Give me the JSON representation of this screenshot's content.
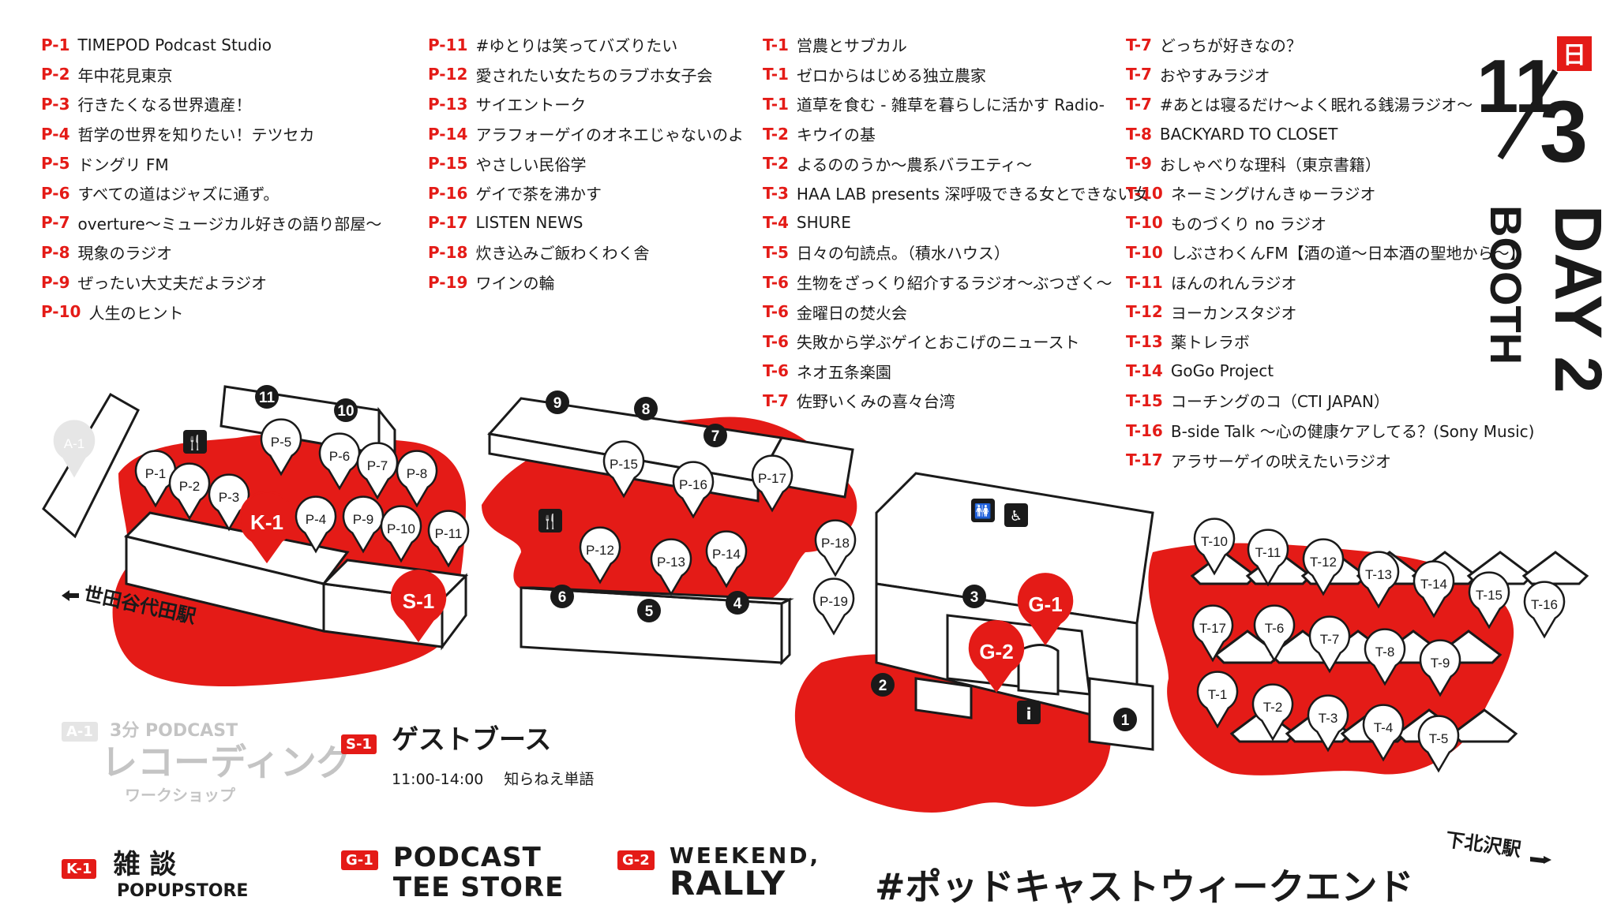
{
  "colors": {
    "accent": "#e41b17",
    "ink": "#1a1a1a",
    "paper": "#ffffff",
    "ghost": "#d0d0d0"
  },
  "booths_col1": [
    {
      "code": "P-1",
      "name": "TIMEPOD Podcast Studio"
    },
    {
      "code": "P-2",
      "name": "年中花見東京"
    },
    {
      "code": "P-3",
      "name": "行きたくなる世界遺産！"
    },
    {
      "code": "P-4",
      "name": "哲学の世界を知りたい！テツセカ"
    },
    {
      "code": "P-5",
      "name": "ドングリ FM"
    },
    {
      "code": "P-6",
      "name": "すべての道はジャズに通ず。"
    },
    {
      "code": "P-7",
      "name": "overture〜ミュージカル好きの語り部屋〜"
    },
    {
      "code": "P-8",
      "name": "現象のラジオ"
    },
    {
      "code": "P-9",
      "name": "ぜったい大丈夫だよラジオ"
    },
    {
      "code": "P-10",
      "name": "人生のヒント"
    }
  ],
  "booths_col2": [
    {
      "code": "P-11",
      "name": "#ゆとりは笑ってバズりたい"
    },
    {
      "code": "P-12",
      "name": "愛されたい女たちのラブホ女子会"
    },
    {
      "code": "P-13",
      "name": "サイエントーク"
    },
    {
      "code": "P-14",
      "name": "アラフォーゲイのオネエじゃないのよ"
    },
    {
      "code": "P-15",
      "name": "やさしい民俗学"
    },
    {
      "code": "P-16",
      "name": "ゲイで茶を沸かす"
    },
    {
      "code": "P-17",
      "name": "LISTEN NEWS"
    },
    {
      "code": "P-18",
      "name": "炊き込みご飯わくわく舎"
    },
    {
      "code": "P-19",
      "name": "ワインの輪"
    }
  ],
  "booths_col3": [
    {
      "code": "T-1",
      "name": "営農とサブカル"
    },
    {
      "code": "T-1",
      "name": "ゼロからはじめる独立農家"
    },
    {
      "code": "T-1",
      "name": "道草を食む - 雑草を暮らしに活かす Radio-"
    },
    {
      "code": "T-2",
      "name": "キウイの基"
    },
    {
      "code": "T-2",
      "name": "よるののうか〜農系バラエティ〜"
    },
    {
      "code": "T-3",
      "name": "HAA LAB presents 深呼吸できる女とできない女"
    },
    {
      "code": "T-4",
      "name": "SHURE"
    },
    {
      "code": "T-5",
      "name": "日々の句読点。（積水ハウス）"
    },
    {
      "code": "T-6",
      "name": "生物をざっくり紹介するラジオ〜ぶつざく〜"
    },
    {
      "code": "T-6",
      "name": "金曜日の焚火会"
    },
    {
      "code": "T-6",
      "name": "失敗から学ぶゲイとおこげのニュースト"
    },
    {
      "code": "T-6",
      "name": "ネオ五条楽園"
    },
    {
      "code": "T-7",
      "name": "佐野いくみの喜々台湾"
    }
  ],
  "booths_col4": [
    {
      "code": "T-7",
      "name": "どっちが好きなの？"
    },
    {
      "code": "T-7",
      "name": "おやすみラジオ"
    },
    {
      "code": "T-7",
      "name": "#あとは寝るだけ〜よく眠れる銭湯ラジオ〜"
    },
    {
      "code": "T-8",
      "name": "BACKYARD TO CLOSET"
    },
    {
      "code": "T-9",
      "name": "おしゃべりな理科（東京書籍）"
    },
    {
      "code": "T-10",
      "name": "ネーミングけんきゅーラジオ"
    },
    {
      "code": "T-10",
      "name": "ものづくり no ラジオ"
    },
    {
      "code": "T-10",
      "name": "しぶさわくんFM【酒の道〜日本酒の聖地から〜】"
    },
    {
      "code": "T-11",
      "name": "ほんのれんラジオ"
    },
    {
      "code": "T-12",
      "name": "ヨーカンスタジオ"
    },
    {
      "code": "T-13",
      "name": "薬トレラボ"
    },
    {
      "code": "T-14",
      "name": "GoGo Project"
    },
    {
      "code": "T-15",
      "name": "コーチングのコ（CTI JAPAN）"
    },
    {
      "code": "T-16",
      "name": "B-side Talk 〜心の健康ケアしてる？(Sony Music)"
    },
    {
      "code": "T-17",
      "name": "アラサーゲイの吠えたいラジオ"
    }
  ],
  "date": {
    "month": "11",
    "day": "3",
    "weekday": "日",
    "day_label": "DAY 2",
    "booth_label": "BOOTH"
  },
  "stations": {
    "west": "世田谷代田駅",
    "east": "下北沢駅"
  },
  "legend": {
    "s1": {
      "code": "S-1",
      "title": "ゲストブース",
      "time": "11:00-14:00",
      "guest": "知らねえ単語"
    },
    "a1": {
      "code": "A-1",
      "top": "3分 PODCAST",
      "main": "レコーディング",
      "sub": "ワークショップ"
    },
    "k1": {
      "code": "K-1",
      "title": "雑 談",
      "sub": "POPUPSTORE"
    },
    "g1": {
      "code": "G-1",
      "line1": "PODCAST",
      "line2": "TEE STORE"
    },
    "g2": {
      "code": "G-2",
      "line1": "WEEKEND,",
      "line2": "RALLY"
    },
    "hashtag": "#ポッドキャストウィークエンド"
  },
  "map_pins": {
    "P-1": "P-1",
    "P-2": "P-2",
    "P-3": "P-3",
    "P-4": "P-4",
    "P-5": "P-5",
    "P-6": "P-6",
    "P-7": "P-7",
    "P-8": "P-8",
    "P-9": "P-9",
    "P-10": "P-10",
    "P-11": "P-11",
    "P-12": "P-12",
    "P-13": "P-13",
    "P-14": "P-14",
    "P-15": "P-15",
    "P-16": "P-16",
    "P-17": "P-17",
    "P-18": "P-18",
    "P-19": "P-19",
    "K-1": "K-1",
    "S-1": "S-1",
    "G-1": "G-1",
    "G-2": "G-2",
    "A-1": "A-1",
    "T-1": "T-1",
    "T-2": "T-2",
    "T-3": "T-3",
    "T-4": "T-4",
    "T-5": "T-5",
    "T-6": "T-6",
    "T-7": "T-7",
    "T-8": "T-8",
    "T-9": "T-9",
    "T-10": "T-10",
    "T-11": "T-11",
    "T-12": "T-12",
    "T-13": "T-13",
    "T-14": "T-14",
    "T-15": "T-15",
    "T-16": "T-16",
    "T-17": "T-17"
  },
  "building_numbers": [
    "1",
    "2",
    "3",
    "4",
    "5",
    "6",
    "7",
    "8",
    "9",
    "10",
    "11"
  ]
}
